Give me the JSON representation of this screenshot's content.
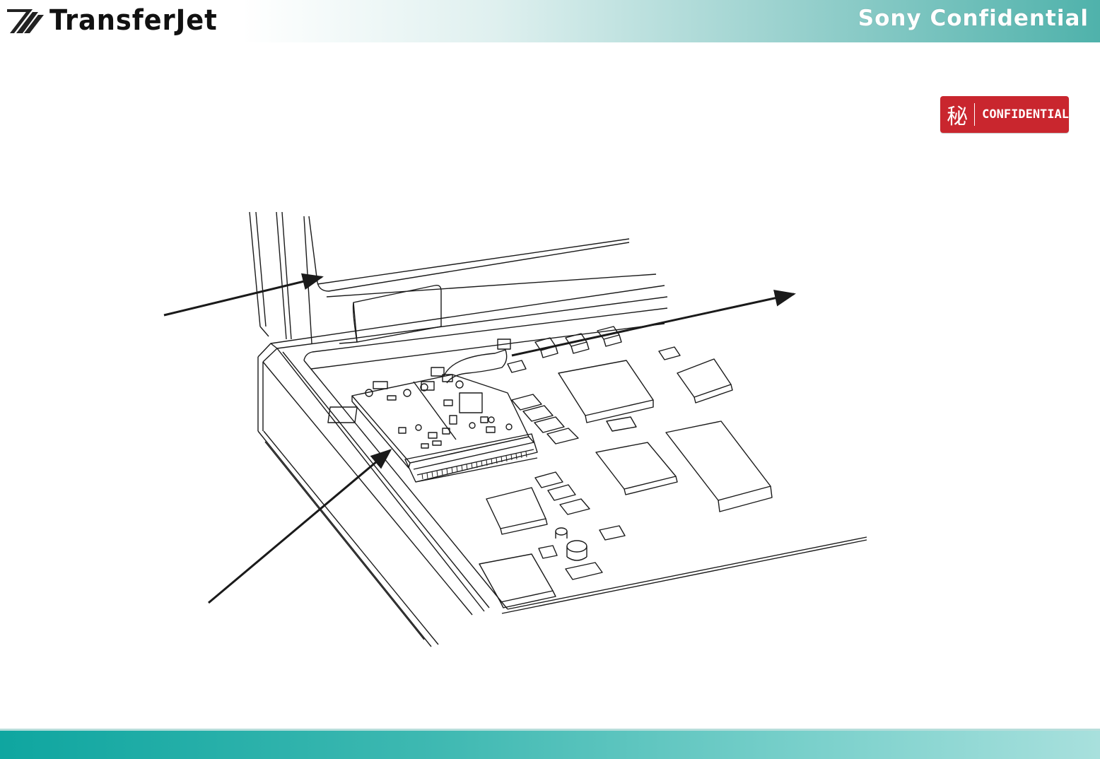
{
  "header": {
    "brand_name": "TransferJet",
    "confidential_title": "Sony Confidential"
  },
  "stamp": {
    "kanji": "秘",
    "text": "CONFIDENTIAL"
  },
  "colors": {
    "stamp_red": "#c9262e",
    "teal_dark": "#0fa6a0",
    "teal_light": "#a8e0dd",
    "line": "#1a1a1a"
  },
  "icons": {
    "brand_mark": "transferjet-stripes-logo"
  }
}
